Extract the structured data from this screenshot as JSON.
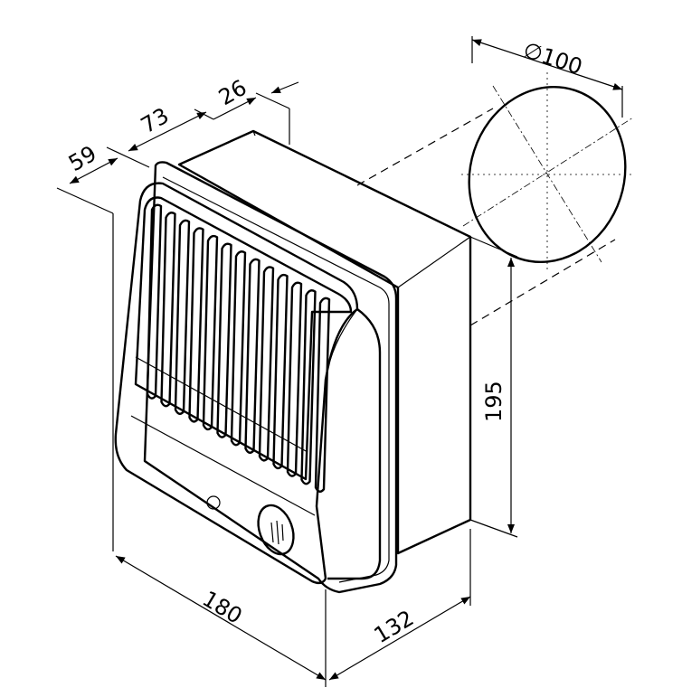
{
  "dimensions": {
    "depth_front_part": "59",
    "depth_middle_part": "73",
    "depth_rear_part": "26",
    "duct_diameter": "∅100",
    "height": "195",
    "width_front": "180",
    "width_side": "132"
  },
  "arrow_style": "filled-triangle",
  "line_color": "#000000",
  "background_color": "#ffffff",
  "icons": [
    "arrowhead",
    "fan-badge-icon",
    "indicator-lamp-icon"
  ]
}
